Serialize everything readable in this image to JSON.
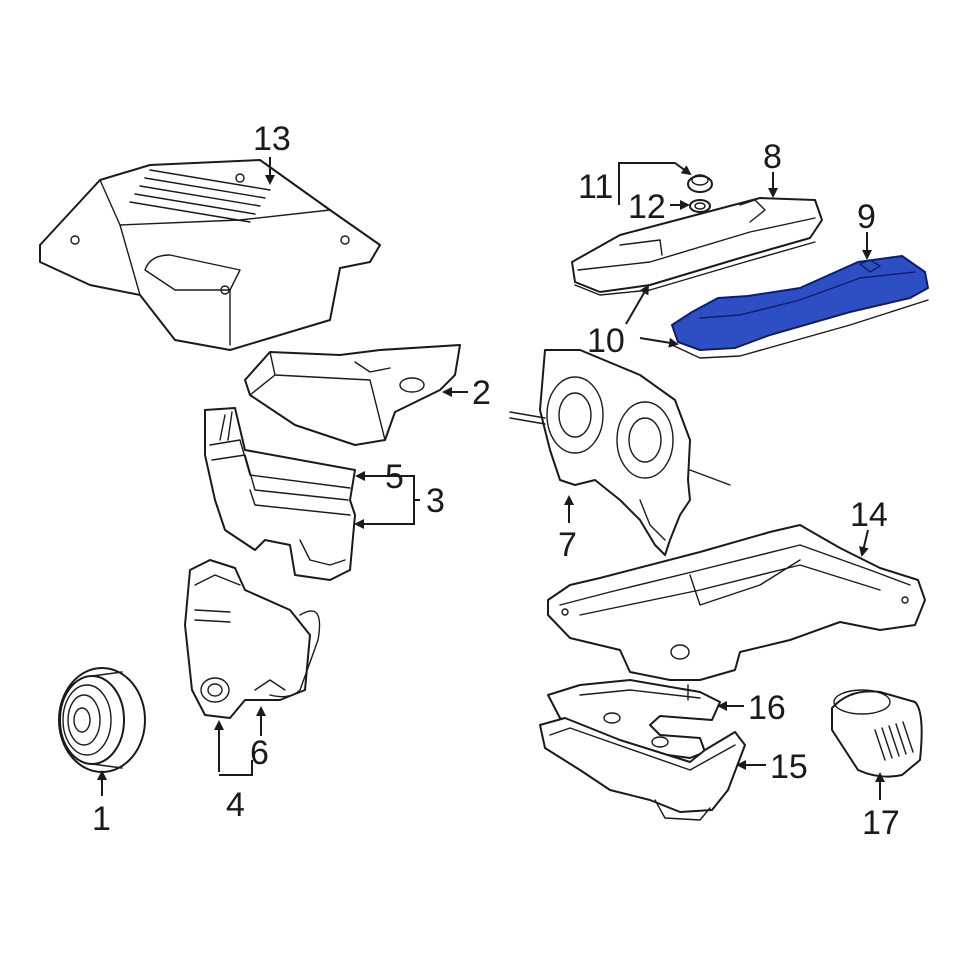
{
  "colors": {
    "highlight_fill": "#2e4fc4",
    "highlight_stroke": "#0f1f66",
    "line": "#1a1a1a"
  },
  "callouts": {
    "c1": "1",
    "c2": "2",
    "c3": "3",
    "c4": "4",
    "c5": "5",
    "c6": "6",
    "c7": "7",
    "c8": "8",
    "c9": "9",
    "c10": "10",
    "c11": "11",
    "c12": "12",
    "c13": "13",
    "c14": "14",
    "c15": "15",
    "c16": "16",
    "c17": "17"
  }
}
